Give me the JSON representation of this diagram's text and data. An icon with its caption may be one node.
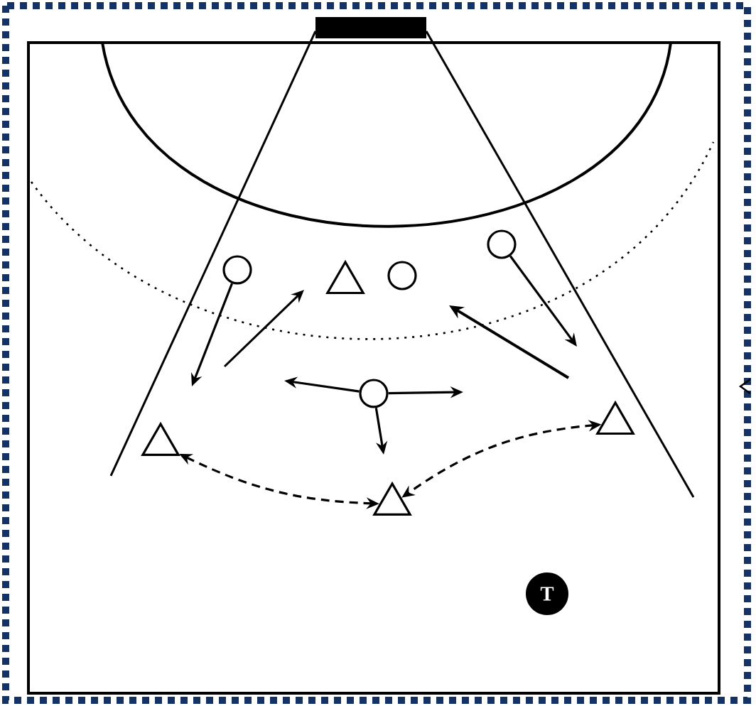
{
  "diagram": {
    "nodes": [
      {
        "text": [],
        "shape": "circle"
      },
      {
        "text": [],
        "shape": "triangle"
      },
      {
        "text": [],
        "shape": "circle"
      },
      {
        "text": [],
        "shape": "circle"
      },
      {
        "text": [],
        "shape": "circle"
      },
      {
        "text": [],
        "shape": "triangle"
      },
      {
        "text": [],
        "shape": "triangle"
      },
      {
        "text": [],
        "shape": "triangle"
      },
      {
        "text": [
          "T"
        ]
      }
    ],
    "edges": [
      {
        "from": 0,
        "to": null,
        "arrow": "to"
      },
      {
        "from": 4,
        "to": null,
        "arrow": "to"
      },
      {
        "from": 4,
        "to": null,
        "arrow": "to"
      },
      {
        "from": 4,
        "to": null,
        "arrow": "to"
      },
      {
        "from": 3,
        "to": null,
        "arrow": "to"
      },
      {
        "from": 5,
        "to": 7,
        "arrow": "both",
        "style": "dashed"
      },
      {
        "from": 6,
        "to": 7,
        "arrow": "both",
        "style": "dashed"
      }
    ]
  }
}
